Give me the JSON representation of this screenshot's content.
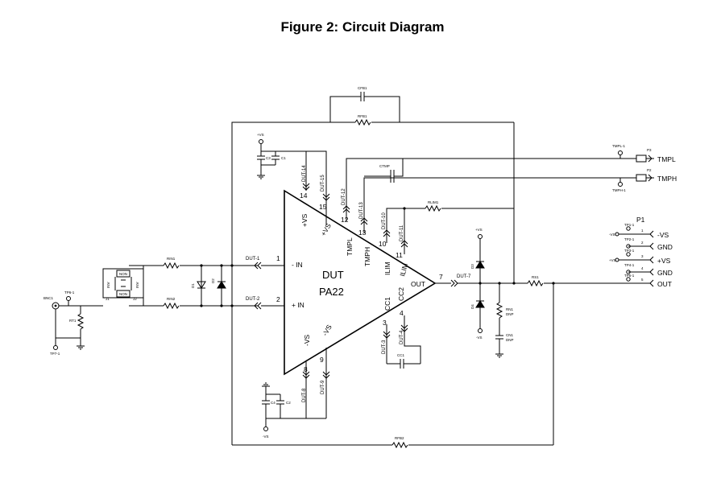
{
  "title": "Figure 2: Circuit Diagram",
  "opamp": {
    "name": "DUT",
    "part": "PA22",
    "pins": {
      "in_minus": "- IN",
      "in_plus": "+ IN",
      "out": "OUT",
      "vs_plus_a": "+VS",
      "vs_plus_b": "+VS",
      "tmpl": "TMPL",
      "tmph": "TMPH",
      "ilim_a": "ILIM",
      "ilim_b": "ILIM",
      "cc1": "CC1",
      "cc2": "CC2",
      "vs_minus_a": "-VS",
      "vs_minus_b": "-VS"
    },
    "pin_numbers": {
      "p1": "1",
      "p2": "2",
      "p3": "3",
      "p4": "4",
      "p7": "7",
      "p8": "8",
      "p9": "9",
      "p10": "10",
      "p11": "11",
      "p12": "12",
      "p13": "13",
      "p14": "14",
      "p15": "15"
    }
  },
  "nets": {
    "dut1": "DUT-1",
    "dut2": "DUT-2",
    "dut3": "DUT-3",
    "dut4": "DUT-4",
    "dut7": "DUT-7",
    "dut8": "DUT-8",
    "dut9": "DUT-9",
    "dut10": "DUT-10",
    "dut11": "DUT-11",
    "dut12": "DUT-12",
    "dut13": "DUT-13",
    "dut14": "DUT-14",
    "dut15": "DUT-15"
  },
  "components": {
    "cfb1": "CFB1",
    "rfb1": "RFB1",
    "rfb2": "RFB2",
    "ctmp": "CTMP",
    "rlim1": "RLIM1",
    "rin1": "RIN1",
    "rin2": "RIN2",
    "rt1": "RT1",
    "rs1": "RS1",
    "rn1": "RN1",
    "rn1_dnp": "DNP",
    "cn1": "CN1",
    "cn1_dnp": "DNP",
    "c1": "C1",
    "c3": "C3",
    "c2": "C2",
    "c4": "C4",
    "cc1": "CC1",
    "d1": "D1",
    "d2": "D2",
    "d3": "D3",
    "d4": "D4",
    "bnc1": "BNC1",
    "tp6": "TP6-1",
    "tp7": "TP7-1",
    "sw_non": "NON",
    "sw_inv": "INV",
    "sw_j1": "J1",
    "sw_j2": "J2"
  },
  "supplies": {
    "plus_vs": "+VS",
    "minus_vs": "-VS"
  },
  "temp_connectors": {
    "tp_tmpl": "TMPL-1",
    "tp_tmph": "TMPH-1",
    "p3": "P3",
    "p2": "P2",
    "tmpl": "TMPL",
    "tmph": "TMPH"
  },
  "connector_p1": {
    "label": "P1",
    "pins": [
      {
        "num": "1",
        "label": "-VS",
        "tp": "TP1-1"
      },
      {
        "num": "2",
        "label": "GND",
        "tp": "TP2-1"
      },
      {
        "num": "3",
        "label": "+VS",
        "tp": "TP3-1"
      },
      {
        "num": "4",
        "label": "GND",
        "tp": "TP4-1"
      },
      {
        "num": "5",
        "label": "OUT",
        "tp": "TP5-1"
      }
    ],
    "side_vs_minus": "-VS",
    "side_vs_plus": "+VS"
  }
}
